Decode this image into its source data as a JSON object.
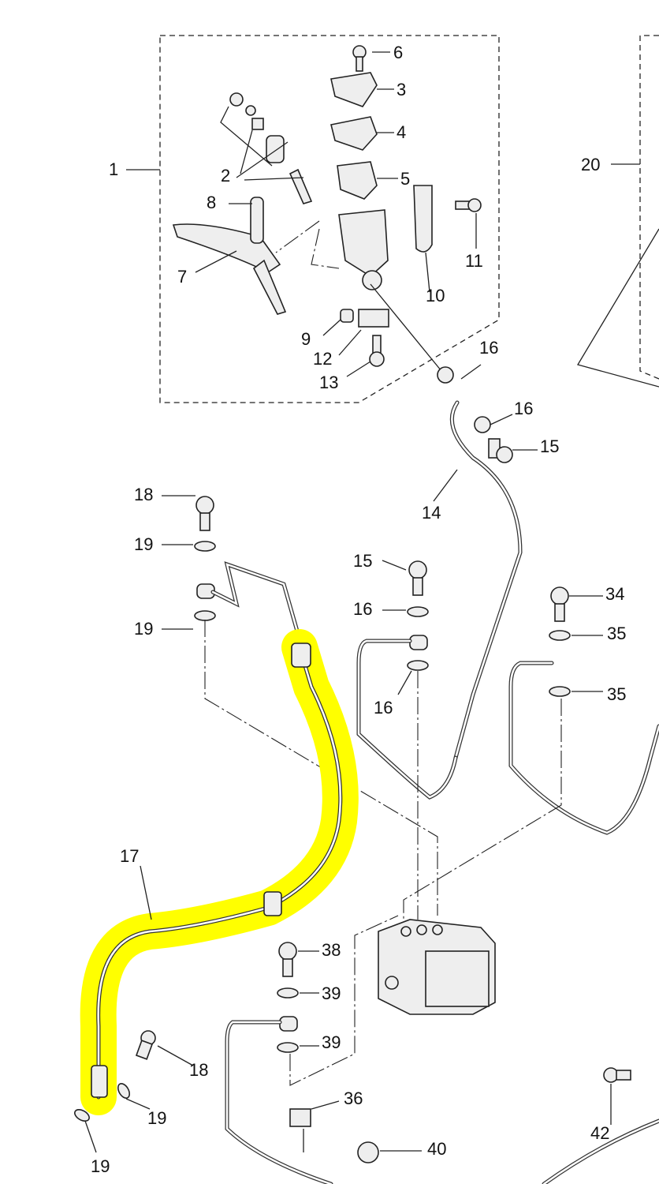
{
  "title": "Front brake master cylinder / ABS hose parts diagram",
  "highlight_color": "#ffff00",
  "callouts": [
    "1",
    "2",
    "3",
    "4",
    "5",
    "6",
    "7",
    "8",
    "9",
    "10",
    "11",
    "12",
    "13",
    "16",
    "16",
    "15",
    "14",
    "20",
    "18",
    "19",
    "19",
    "17",
    "15",
    "16",
    "16",
    "34",
    "35",
    "35",
    "38",
    "39",
    "39",
    "18",
    "19",
    "19",
    "36",
    "40",
    "42"
  ]
}
